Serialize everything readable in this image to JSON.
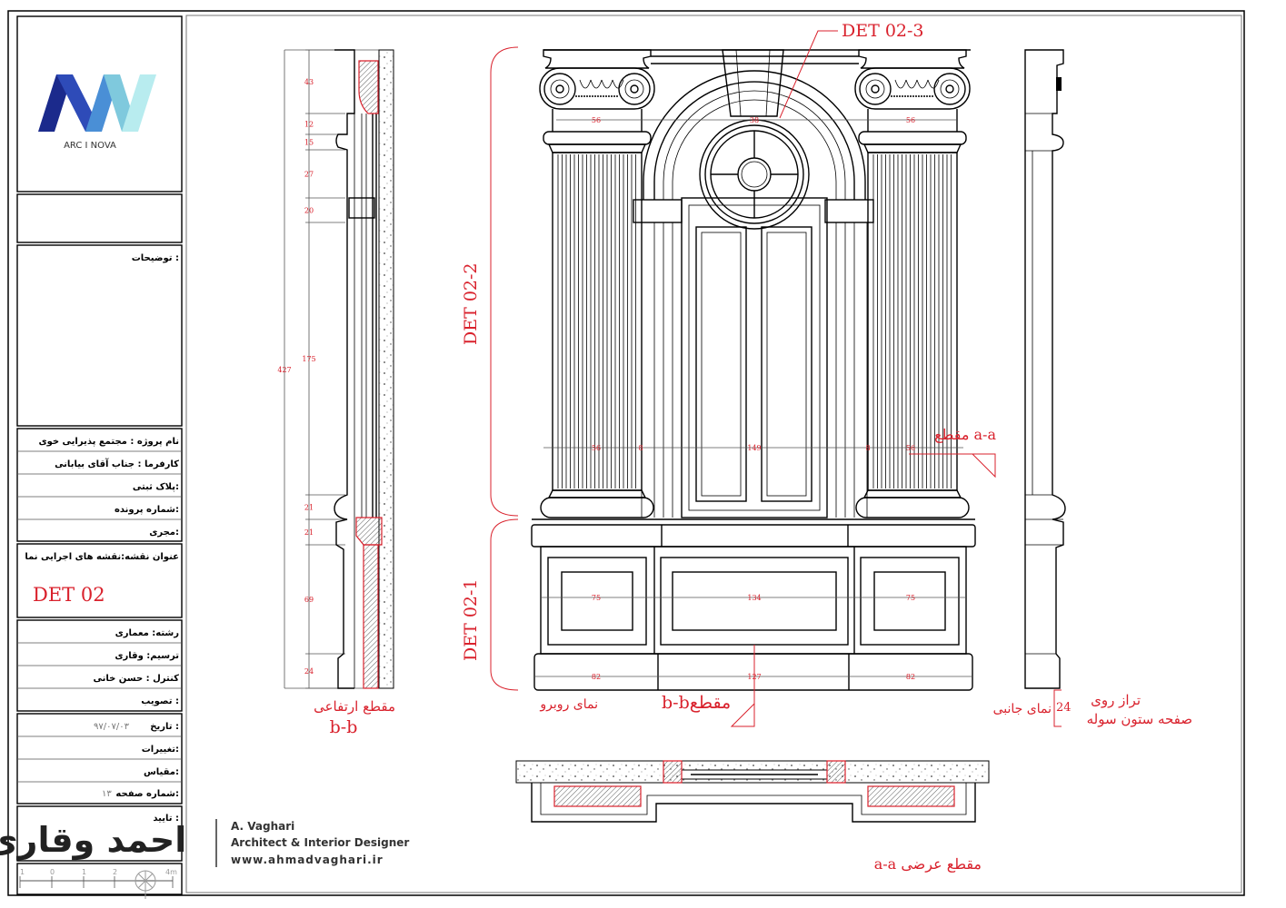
{
  "logo": {
    "mark": "NV",
    "text": "ARC I NOVA"
  },
  "title_block": {
    "notes_label": "توضیحات :",
    "project_name": "نام پروژه : مجتمع پذیرایی خوی",
    "client": "کارفرما : جناب آقای بیابانی",
    "plot": "پلاک ثبتی:",
    "file_number": "شماره پرونده:",
    "executor": "مجری:",
    "drawing_title": "عنوان نقشه:نقشه های اجرایی نما",
    "drawing_code": "DET 02",
    "discipline": "رشته:   معماری",
    "drawn_by": "ترسیم:   وقاری",
    "checked_by": "کنترل :  حسن خانی",
    "approved": "تصویب :",
    "date_label": "تاریخ :",
    "date_value": "۹۷/۰۷/۰۳",
    "revisions": "تغییرات:",
    "scale": "مقیاس:",
    "sheet_label": "شماره صفحه:",
    "sheet_value": "۱۳",
    "confirm": "تایید :",
    "scale_bar": [
      "1",
      "0",
      "1",
      "2",
      "4m"
    ]
  },
  "signature": {
    "logo_text": "احمد وقاری",
    "name": "A. Vaghari",
    "role": "Architect & Interior Designer",
    "website": "www.ahmadvaghari.ir"
  },
  "labels": {
    "det_02_3": "DET 02-3",
    "det_02_2": "DET 02-2",
    "det_02_1": "DET 02-1",
    "section_bb_title": "مقطع ارتفاعی",
    "section_bb_code": "b-b",
    "front_elevation": "نمای روبرو",
    "section_bb_marker": "b-bمقطع",
    "section_aa_marker": "مقطع a-a",
    "side_elevation": "نمای جانبی",
    "level_note_1": "تراز روی",
    "level_note_2": "صفحه ستون سوله",
    "level_value": "24",
    "section_aa_title": "a-a مقطع عرضی"
  },
  "dimensions": {
    "section_bb": [
      "43",
      "12",
      "15",
      "27",
      "20",
      "175",
      "21",
      "21",
      "69",
      "24"
    ],
    "section_bb_total": "427",
    "capital_row": [
      "56",
      "38",
      "56"
    ],
    "shaft_row": [
      "56",
      "8",
      "149",
      "8",
      "56"
    ],
    "panel_row": [
      "75",
      "134",
      "75"
    ],
    "base_row": [
      "82",
      "127",
      "82"
    ]
  },
  "colors": {
    "annotation": "#d9212c",
    "line": "#000000",
    "logo_dark": "#1b2a8c",
    "logo_light": "#8fd8e0"
  }
}
